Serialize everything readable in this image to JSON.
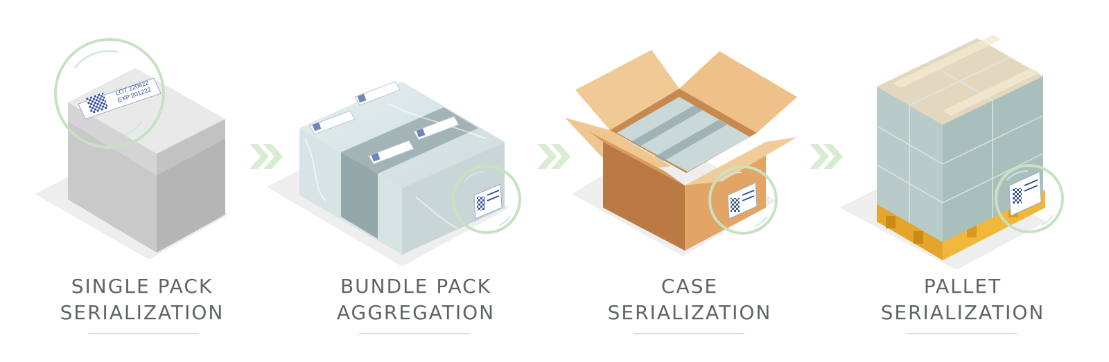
{
  "stages": [
    {
      "id": "single-pack",
      "line1": "SINGLE PACK",
      "line2": "SERIALIZATION",
      "label_line1": "LOT 220622",
      "label_line2": "EXP 201222"
    },
    {
      "id": "bundle-pack",
      "line1": "BUNDLE PACK",
      "line2": "AGGREGATION"
    },
    {
      "id": "case",
      "line1": "CASE",
      "line2": "SERIALIZATION"
    },
    {
      "id": "pallet",
      "line1": "PALLET",
      "line2": "SERIALIZATION"
    }
  ],
  "colors": {
    "caption_text": "#5f6368",
    "accent_green": "#cfe6c9",
    "arrow_green": "#d8ecd3",
    "ring_green": "#c7e2c0",
    "code_blue": "#2f4f9c",
    "cardboard": "#e6a867",
    "pallet_wood": "#f0b83a"
  },
  "icons": [
    "chevron-double-right-icon",
    "qr-code-icon",
    "magnifier-ring-icon"
  ]
}
